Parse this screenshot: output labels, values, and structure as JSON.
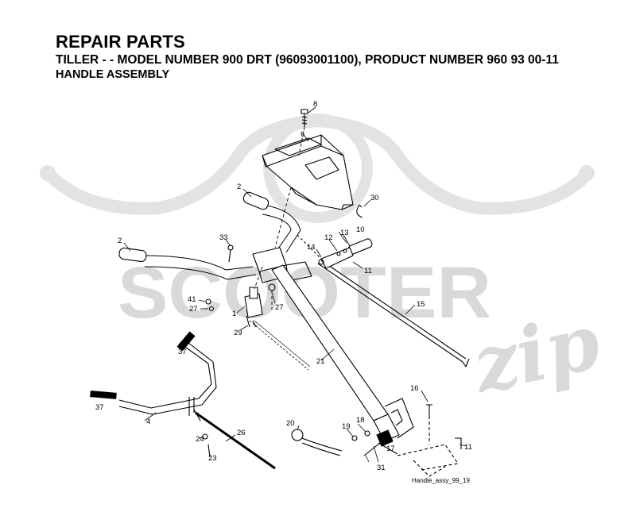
{
  "header": {
    "title": "REPAIR PARTS",
    "subtitle": "TILLER - - MODEL NUMBER 900 DRT (96093001100), PRODUCT NUMBER 960 93 00-11",
    "section": "HANDLE ASSEMBLY"
  },
  "watermark": {
    "brand": "SCOOTER",
    "script": "zip"
  },
  "callouts": {
    "c1": "1",
    "c2a": "2",
    "c2b": "2",
    "c4": "4",
    "c6": "6",
    "c8": "8",
    "c10": "10",
    "c11a": "11",
    "c11b": "11",
    "c12": "12",
    "c13": "13",
    "c14": "14",
    "c15": "15",
    "c16": "16",
    "c17": "17",
    "c18": "18",
    "c19": "19",
    "c20": "20",
    "c21": "21",
    "c23": "23",
    "c24": "24",
    "c26": "26",
    "c27a": "27",
    "c27b": "27",
    "c29": "29",
    "c30": "30",
    "c31": "31",
    "c33": "33",
    "c37a": "37",
    "c37b": "37",
    "c41": "41"
  },
  "figure_name": "Handle_assy_99_19"
}
